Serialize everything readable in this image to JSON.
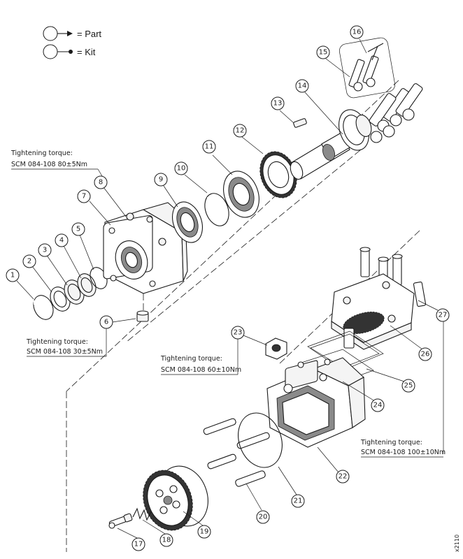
{
  "legend": {
    "part_label": "= Part",
    "kit_label": "= Kit"
  },
  "callouts": [
    "1",
    "2",
    "3",
    "4",
    "5",
    "6",
    "7",
    "8",
    "9",
    "10",
    "11",
    "12",
    "13",
    "14",
    "15",
    "16",
    "17",
    "18",
    "19",
    "20",
    "21",
    "22",
    "23",
    "24",
    "25",
    "26",
    "27"
  ],
  "torques": [
    {
      "heading": "Tightening torque:",
      "value": "SCM 084-108 80±5Nm"
    },
    {
      "heading": "Tightening torque:",
      "value": "SCM 084-108 30±5Nm"
    },
    {
      "heading": "Tightening torque:",
      "value": "SCM 084-108 60±10Nm"
    },
    {
      "heading": "Tightening torque:",
      "value": "SCM 084-108 100±10Nm"
    }
  ],
  "drawing_code": "x2110"
}
